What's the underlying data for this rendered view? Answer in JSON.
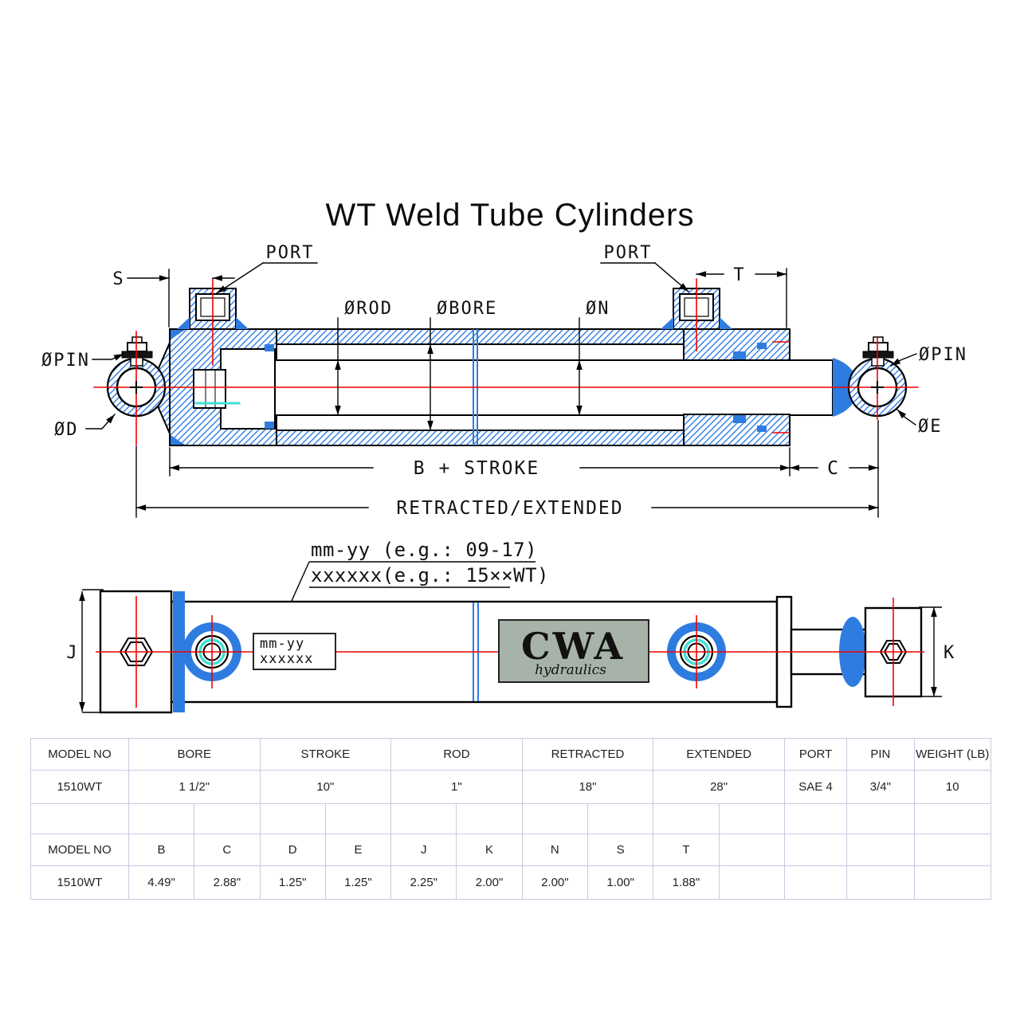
{
  "title": "WT Weld Tube Cylinders",
  "colors": {
    "hatch_blue": "#2e7de5",
    "solid_blue": "#2e7ce0",
    "centerline_red": "#f40000",
    "seal_cyan": "#3fe0d4",
    "logo_plate": "#a7b2a9",
    "logo_text": "#232270",
    "table_grid": "#c6cce0"
  },
  "diagram": {
    "labels": {
      "port": "PORT",
      "s": "S",
      "t": "T",
      "rod": "ØROD",
      "bore": "ØBORE",
      "n": "ØN",
      "pin": "ØPIN",
      "d": "ØD",
      "e": "ØE",
      "b_stroke": "B + STROKE",
      "c": "C",
      "retracted_extended": "RETRACTED/EXTENDED",
      "j": "J",
      "k": "K"
    },
    "note": {
      "line1": "mm-yy (e.g.: 09-17)",
      "line2": "xxxxxx(e.g.: 15××WT)"
    },
    "stamp": {
      "line1": "mm-yy",
      "line2": "xxxxxx"
    },
    "logo": {
      "brand": "CWA",
      "sub": "hydraulics"
    }
  },
  "spec_table": {
    "headers": [
      "MODEL NO",
      "BORE",
      "STROKE",
      "ROD",
      "RETRACTED",
      "EXTENDED",
      "PORT",
      "PIN",
      "WEIGHT (LB)"
    ],
    "rows": [
      [
        "1510WT",
        "1 1/2\"",
        "10\"",
        "1\"",
        "18\"",
        "28\"",
        "SAE 4",
        "3/4\"",
        "10"
      ]
    ]
  },
  "dim_table": {
    "headers": [
      "MODEL NO",
      "B",
      "C",
      "D",
      "E",
      "J",
      "K",
      "N",
      "S",
      "T"
    ],
    "rows": [
      [
        "1510WT",
        "4.49\"",
        "2.88\"",
        "1.25\"",
        "1.25\"",
        "2.25\"",
        "2.00\"",
        "2.00\"",
        "1.00\"",
        "1.88\""
      ]
    ]
  }
}
